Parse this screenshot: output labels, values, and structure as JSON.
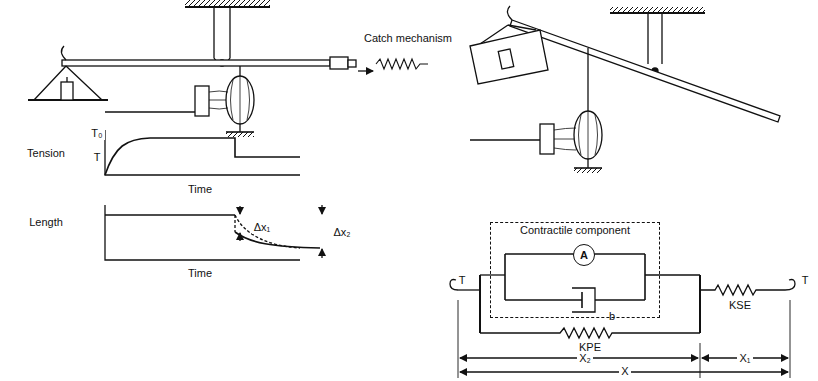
{
  "diagram": {
    "nodes": [
      {
        "text": [
          "Contractile component"
        ]
      },
      {
        "text": [
          "A"
        ],
        "in": 0
      }
    ],
    "labels": [
      "Catch mechanism",
      "Tension",
      "T₀",
      "T",
      "Time",
      "Length",
      "Δx₁",
      "Δx₂",
      "Time",
      "T",
      "b",
      "KPE",
      "T",
      "KSE",
      "X₂",
      "X₁",
      "X"
    ]
  }
}
